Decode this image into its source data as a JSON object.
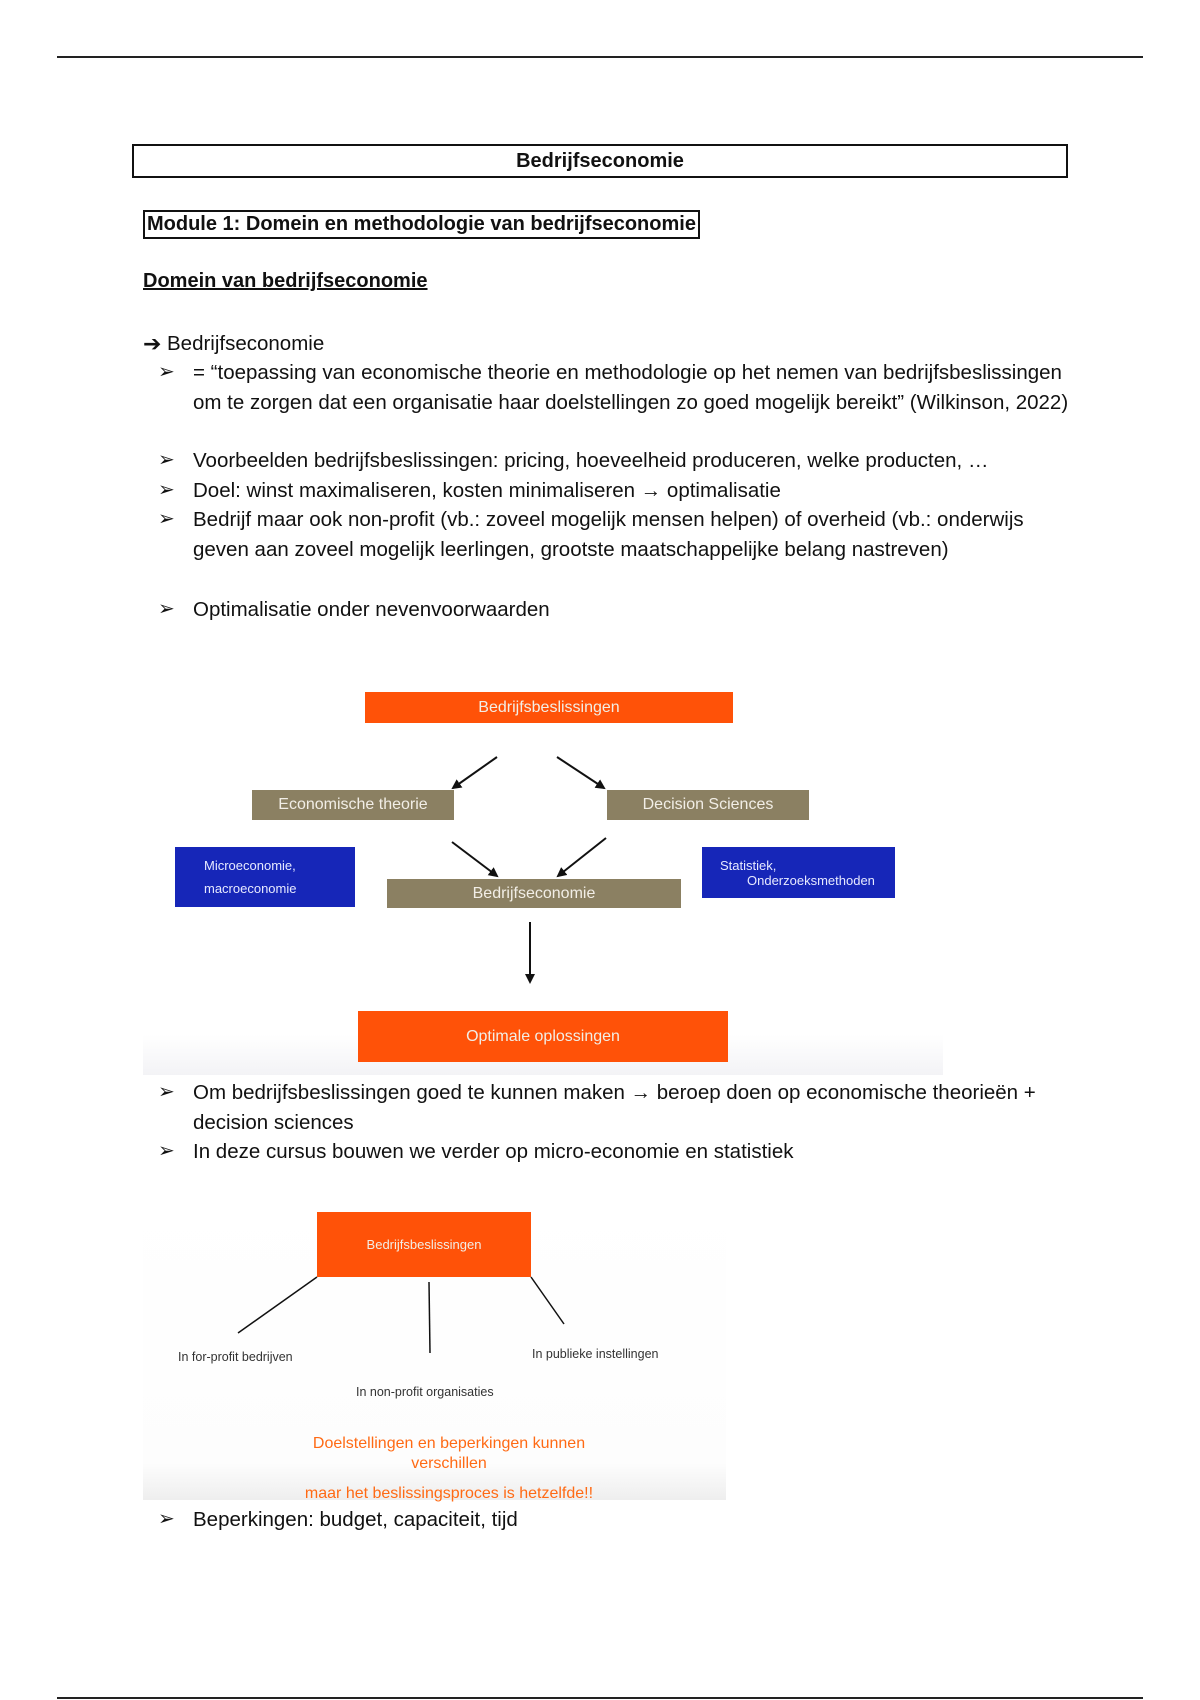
{
  "document": {
    "title": "Bedrijfseconomie",
    "module_heading": "Module 1: Domein en methodologie van bedrijfseconomie",
    "section_heading": "Domein van bedrijfseconomie",
    "arrow_item": "Bedrijfseconomie",
    "bullets_a": [
      "= “toepassing van economische theorie en methodologie op het nemen van bedrijfsbeslissingen om te zorgen dat een organisatie haar doelstellingen zo goed mogelijk bereikt” (Wilkinson, 2022)",
      "Voorbeelden bedrijfsbeslissingen: pricing, hoeveelheid produceren, welke producten, …",
      "Doel: winst maximaliseren, kosten minimaliseren → optimalisatie",
      "Bedrijf maar ook non-profit (vb.: zoveel mogelijk mensen helpen) of overheid (vb.: onderwijs geven aan zoveel mogelijk leerlingen, grootste maatschappelijke belang nastreven)",
      "Optimalisatie onder nevenvoorwaarden"
    ],
    "bullets_b": [
      "Om bedrijfsbeslissingen goed te kunnen maken → beroep doen op economische theorieën + decision sciences",
      "In deze cursus bouwen we verder op micro-economie en statistiek"
    ],
    "bullets_c": [
      "Beperkingen: budget, capaciteit, tijd"
    ]
  },
  "diagram1": {
    "top": "Bedrijfsbeslissingen",
    "left": "Economische theorie",
    "right": "Decision Sciences",
    "center": "Bedrijfseconomie",
    "left_blue_line1": "Microeconomie,",
    "left_blue_line2": "macroeconomie",
    "right_blue_line1": "Statistiek,",
    "right_blue_line2": "Onderzoeksmethoden",
    "bottom": "Optimale oplossingen"
  },
  "diagram2": {
    "top": "Bedrijfsbeslissingen",
    "branch_left": "In for-profit bedrijven",
    "branch_middle": "In non-profit organisaties",
    "branch_right": "In publieke instellingen",
    "caption_line1": "Doelstellingen en beperkingen kunnen",
    "caption_line2": "verschillen",
    "caption_line3": "maar het beslissingsproces is hetzelfde!!"
  },
  "colors": {
    "orange": "#ff5208",
    "khaki": "#8b8062",
    "blue": "#1626b8",
    "caption_orange": "#ff6a14"
  },
  "icons": {
    "arrow_bullet": "right-arrow-icon",
    "list_bullet": "arrowhead-bullet-icon"
  }
}
